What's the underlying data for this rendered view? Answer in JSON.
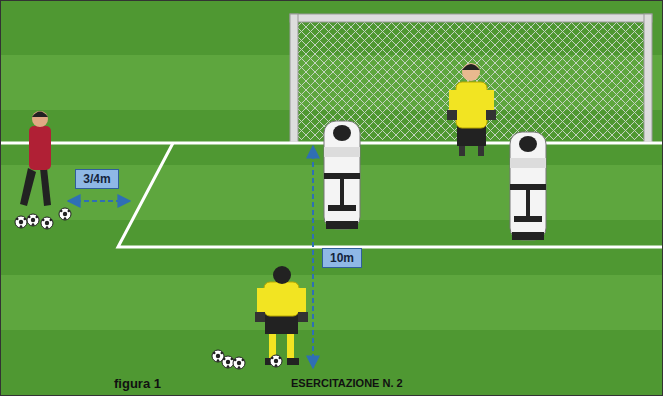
{
  "diagram": {
    "nodes": [
      {
        "text": [
          "3/4m"
        ]
      },
      {
        "text": [
          "10m"
        ]
      }
    ],
    "labels": [
      "figura 1",
      "ESERCITAZIONE N. 2"
    ]
  }
}
